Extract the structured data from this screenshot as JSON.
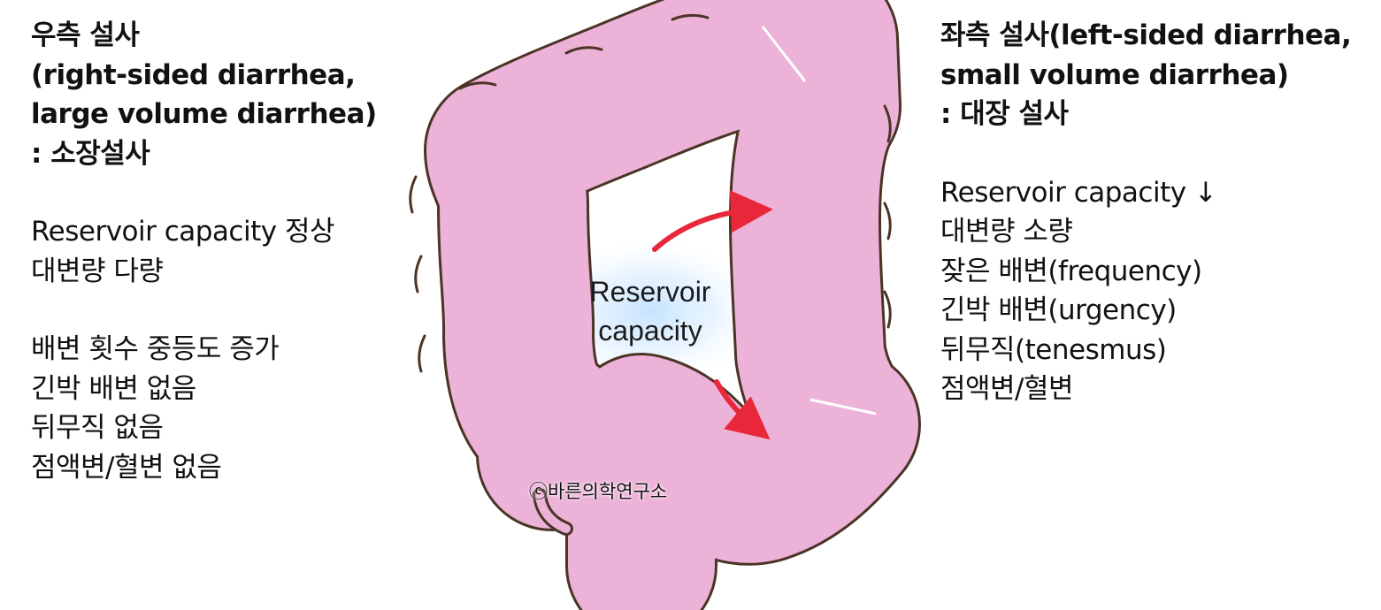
{
  "left_panel": {
    "heading": [
      "우측 설사",
      "(right-sided diarrhea,",
      "large volume diarrhea)",
      ": 소장설사"
    ],
    "group1": [
      "Reservoir capacity 정상",
      "대변량 다량"
    ],
    "group2": [
      "배변 횟수 중등도 증가",
      "긴박 배변 없음",
      "뒤무직 없음",
      "점액변/혈변 없음"
    ]
  },
  "right_panel": {
    "heading": [
      "좌측 설사(left-sided diarrhea,",
      "small volume diarrhea)",
      ": 대장 설사"
    ],
    "items": [
      "Reservoir capacity ↓",
      "대변량 소량",
      "잦은 배변(frequency)",
      "긴박 배변(urgency)",
      "뒤무직(tenesmus)",
      "점액변/혈변"
    ]
  },
  "diagram": {
    "center_label": [
      "Reservoir",
      "capacity"
    ],
    "copyright": "ⓒ바른의학연구소",
    "colors": {
      "colon_fill": "#edb2d8",
      "colon_outline": "#4a3426",
      "arrow": "#e8283a",
      "glow": "#bfe0ff"
    }
  }
}
